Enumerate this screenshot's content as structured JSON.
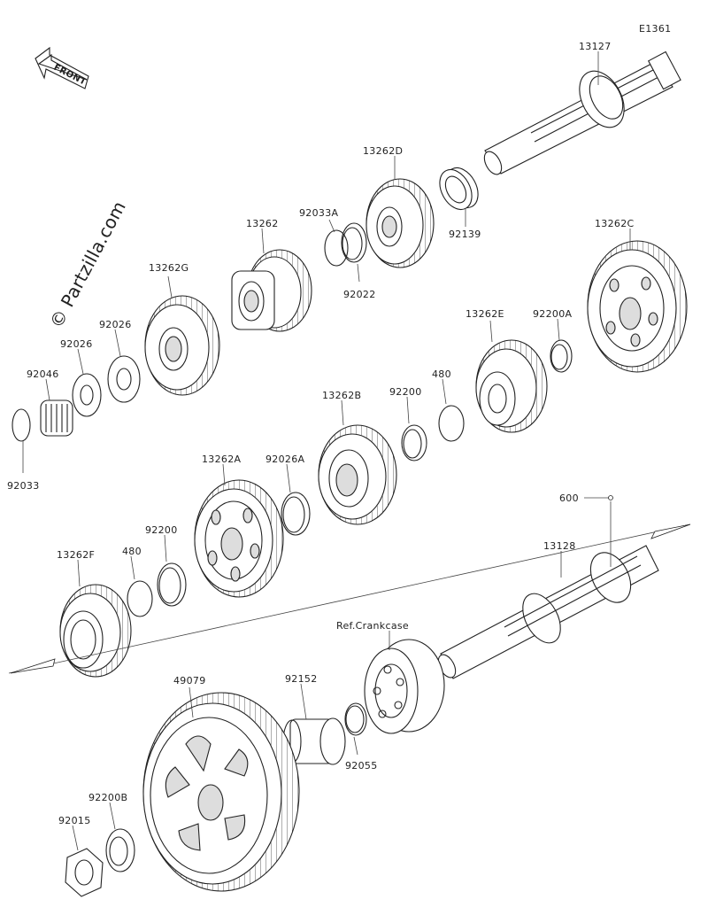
{
  "diagram_code": "E1361",
  "front_label": "FRONT",
  "watermark": "© Partzilla.com",
  "ref_label": "Ref.Crankcase",
  "parts": {
    "p13127": "13127",
    "p13262D": "13262D",
    "p92139": "92139",
    "p92033A": "92033A",
    "p92022": "92022",
    "p13262": "13262",
    "p13262G": "13262G",
    "p92026a": "92026",
    "p92026b": "92026",
    "p92046": "92046",
    "p92033": "92033",
    "p13262C": "13262C",
    "p92200A": "92200A",
    "p13262E": "13262E",
    "p480a": "480",
    "p92200a": "92200",
    "p13262B": "13262B",
    "p92026A": "92026A",
    "p13262A": "13262A",
    "p92200b": "92200",
    "p480b": "480",
    "p13262F": "13262F",
    "p600": "600",
    "p13128": "13128",
    "p49079": "49079",
    "p92152": "92152",
    "p92055": "92055",
    "p92200B": "92200B",
    "p92015": "92015"
  }
}
